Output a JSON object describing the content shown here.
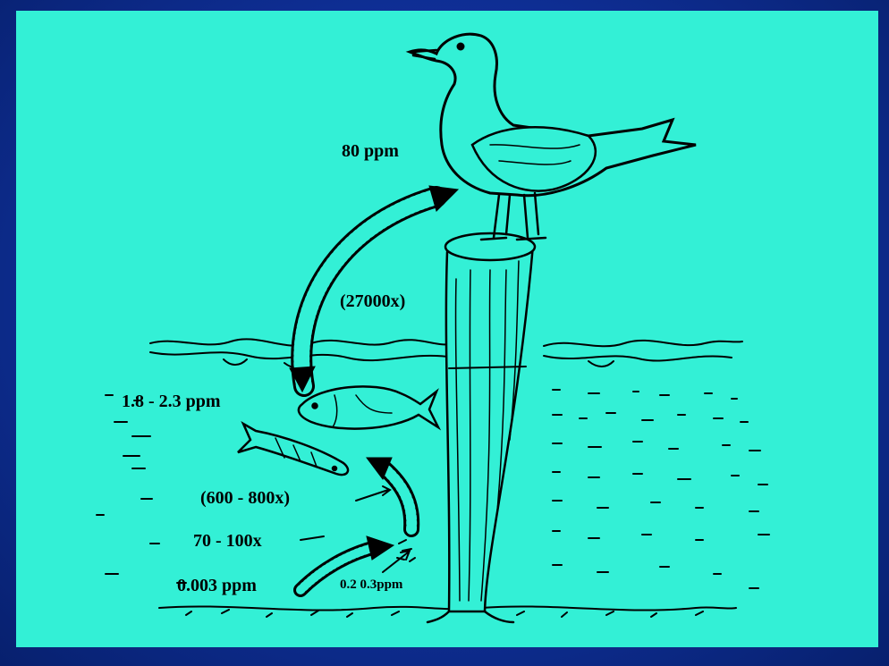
{
  "labels": {
    "gull": "80 ppm",
    "gull_factor": "(27000x)",
    "fish": "1.8 - 2.3 ppm",
    "fish_factor": "(600 - 800x)",
    "plankton_factor": "70 - 100x",
    "water": "0.003 ppm",
    "plankton": "0.2 0.3ppm"
  },
  "colors": {
    "background_panel": "#33f0d6",
    "slide_frame": "#0f2f96",
    "ink": "#000000"
  }
}
